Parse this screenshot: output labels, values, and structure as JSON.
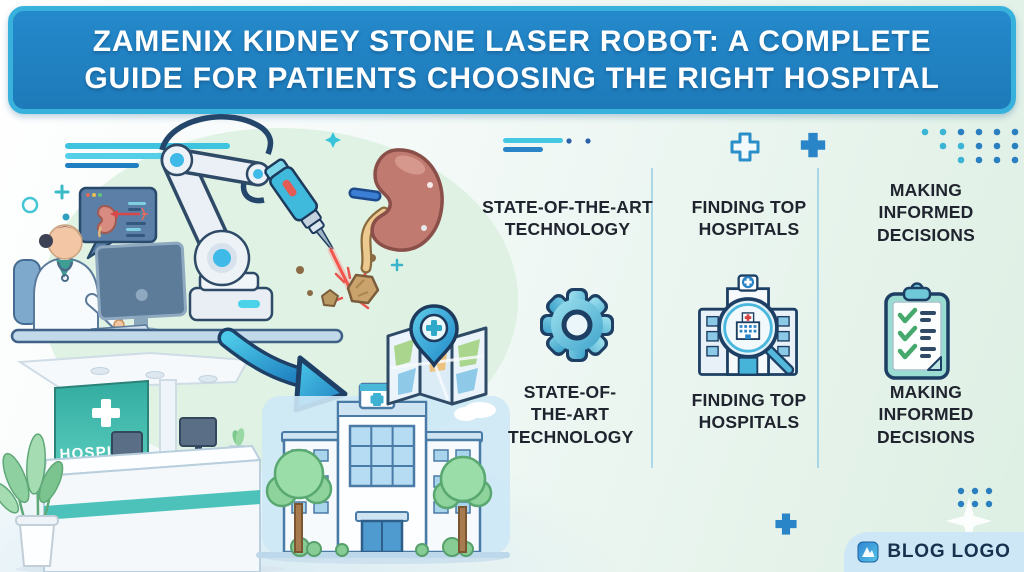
{
  "banner": {
    "title_line1": "ZAMENIX KIDNEY STONE LASER ROBOT: A COMPLETE",
    "title_line2": "GUIDE FOR PATIENTS CHOOSING THE RIGHT HOSPITAL"
  },
  "features": [
    {
      "id": "technology",
      "top_label": "STATE-OF-THE-ART TECHNOLOGY",
      "bottom_label": "STATE-OF-THE-ART TECHNOLOGY",
      "icon": "gear-icon"
    },
    {
      "id": "hospitals",
      "top_label": "FINDING TOP HOSPITALS",
      "bottom_label": "FINDING TOP HOSPITALS",
      "icon": "hospital-search-icon"
    },
    {
      "id": "decisions",
      "top_label": "MAKING INFORMED DECISIONS",
      "bottom_label": "MAKING INFORMED DECISIONS",
      "icon": "checklist-icon"
    }
  ],
  "illustration": {
    "hospital_sign": "HOSPITAL",
    "elements": [
      "robot-laser-arm",
      "kidney-organ",
      "kidney-stones",
      "laser-beam",
      "doctor-at-workstation",
      "kidney-scan-bubble",
      "reception-desk",
      "potted-plant",
      "curved-arrow",
      "map-with-medical-pin",
      "hospital-building",
      "trees"
    ]
  },
  "footer": {
    "logo_text": "BLOG LOGO",
    "logo_icon": "blog-logo-icon"
  },
  "decorations": [
    "accent-lines",
    "plus-outline-icon",
    "plus-filled-icon",
    "dots-grid",
    "sparkle-icon"
  ],
  "colors": {
    "banner_bg": "#2182c4",
    "banner_border": "#38b2dc",
    "banner_text": "#ffffff",
    "accent_cyan": "#3fc0dc",
    "accent_blue": "#2a85c8",
    "teal": "#3fb3ab",
    "label_text": "#20242e",
    "divider": "#8ecde4",
    "logo_pill_bg": "#cde7f6",
    "logo_text": "#17324e"
  }
}
